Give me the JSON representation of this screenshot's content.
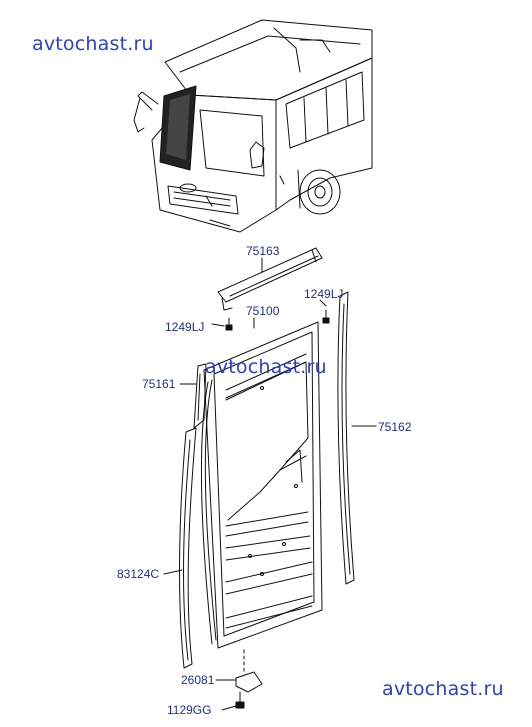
{
  "watermarks": {
    "top": "avtochast.ru",
    "middle": "avtochast.ru",
    "bottom": "avtochast.ru"
  },
  "parts": {
    "p75163": "75163",
    "p1249lj_right": "1249LJ",
    "p75100": "75100",
    "p1249lj_left": "1249LJ",
    "p75161": "75161",
    "p75162": "75162",
    "p83124c": "83124C",
    "p26081": "26081",
    "p1129gg": "1129GG"
  },
  "colors": {
    "watermark": "#2a3fd6",
    "label": "#1e2e9e",
    "line": "#111111"
  }
}
